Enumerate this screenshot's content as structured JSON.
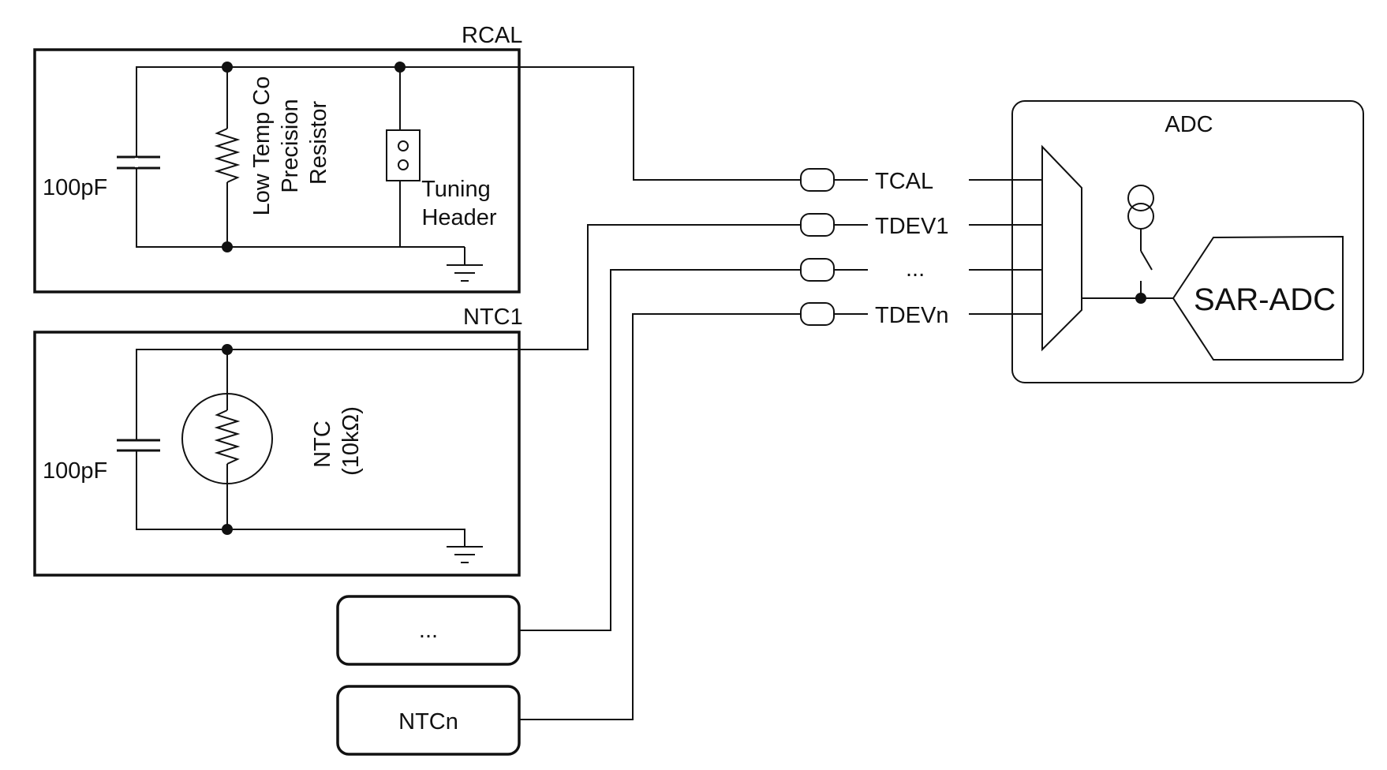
{
  "rcal": {
    "title": "RCAL",
    "capacitor": "100pF",
    "resistor_lines": [
      "Low Temp Co",
      "Precision",
      "Resistor"
    ],
    "header_lines": [
      "Tuning",
      "Header"
    ]
  },
  "ntc1": {
    "title": "NTC1",
    "capacitor": "100pF",
    "thermistor_lines": [
      "NTC",
      "(10kΩ)"
    ]
  },
  "more_box": {
    "label": "..."
  },
  "ntcn_box": {
    "label": "NTCn"
  },
  "signals": [
    "TCAL",
    "TDEV1",
    "...",
    "TDEVn"
  ],
  "adc": {
    "title": "ADC",
    "sar_label": "SAR-ADC"
  }
}
